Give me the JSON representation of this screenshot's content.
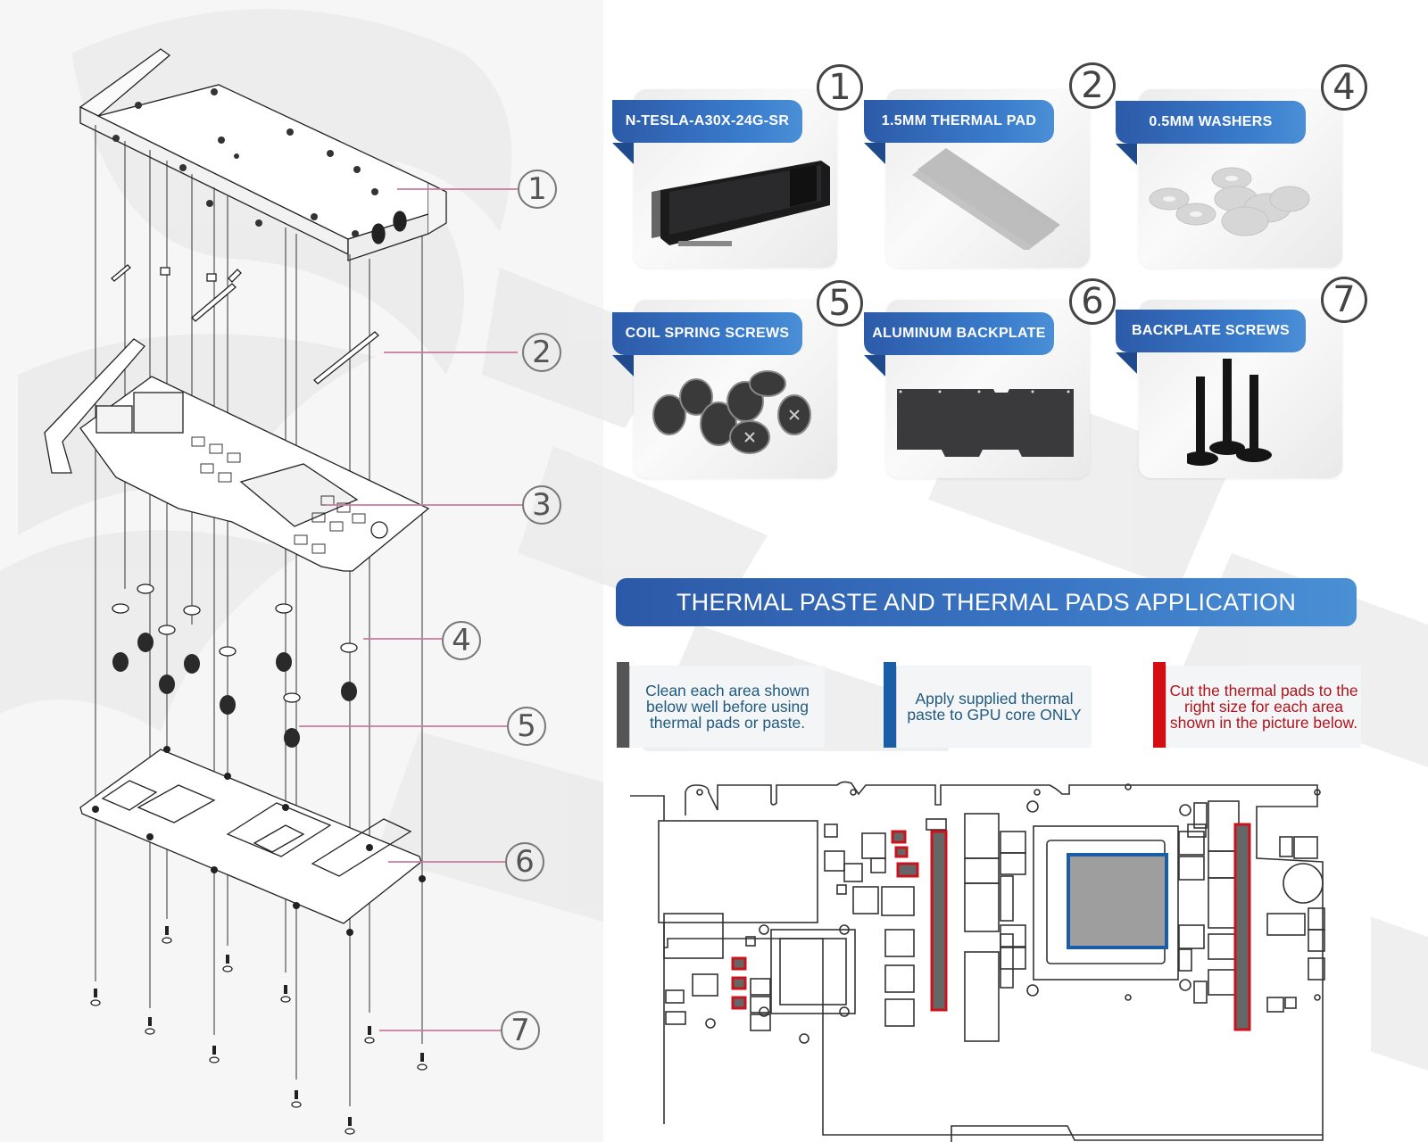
{
  "exploded_view": {
    "callouts": [
      {
        "num": "1",
        "label": "water-block"
      },
      {
        "num": "2",
        "label": "thermal-pad"
      },
      {
        "num": "3",
        "label": "graphics-card-pcb"
      },
      {
        "num": "4",
        "label": "washers"
      },
      {
        "num": "5",
        "label": "coil-spring-screws"
      },
      {
        "num": "6",
        "label": "backplate"
      },
      {
        "num": "7",
        "label": "backplate-screws"
      }
    ]
  },
  "parts": [
    {
      "num": "①",
      "title": "N-TESLA-A30X-24G-SR",
      "icon": "water-block-icon"
    },
    {
      "num": "②",
      "title": "1.5MM THERMAL PAD",
      "icon": "thermal-pad-icon"
    },
    {
      "num": "④",
      "title": "0.5MM WASHERS",
      "icon": "washers-icon"
    },
    {
      "num": "⑤",
      "title": "COIL SPRING SCREWS",
      "icon": "spring-screws-icon"
    },
    {
      "num": "⑥",
      "title": "ALUMINUM BACKPLATE",
      "icon": "backplate-icon"
    },
    {
      "num": "⑦",
      "title": "BACKPLATE SCREWS",
      "icon": "screws-icon"
    }
  ],
  "application": {
    "banner": "THERMAL PASTE AND THERMAL PADS APPLICATION",
    "notes": [
      {
        "text": "Clean each area shown below well before using thermal pads or paste.",
        "color": "#1f5a80",
        "bar_color": "#555555"
      },
      {
        "text": "Apply supplied thermal paste to GPU core ONLY",
        "color": "#1f5a80",
        "bar_color": "#1a5ea8"
      },
      {
        "text": "Cut the thermal pads to the right size for each area shown in the picture below.",
        "color": "#b0141c",
        "bar_color": "#d40d12"
      }
    ]
  },
  "legend_colors": {
    "paste_outline": "#1a5ea8",
    "pad_outline": "#c8141c",
    "pad_fill": "#666666",
    "core_fill": "#9e9e9e"
  }
}
